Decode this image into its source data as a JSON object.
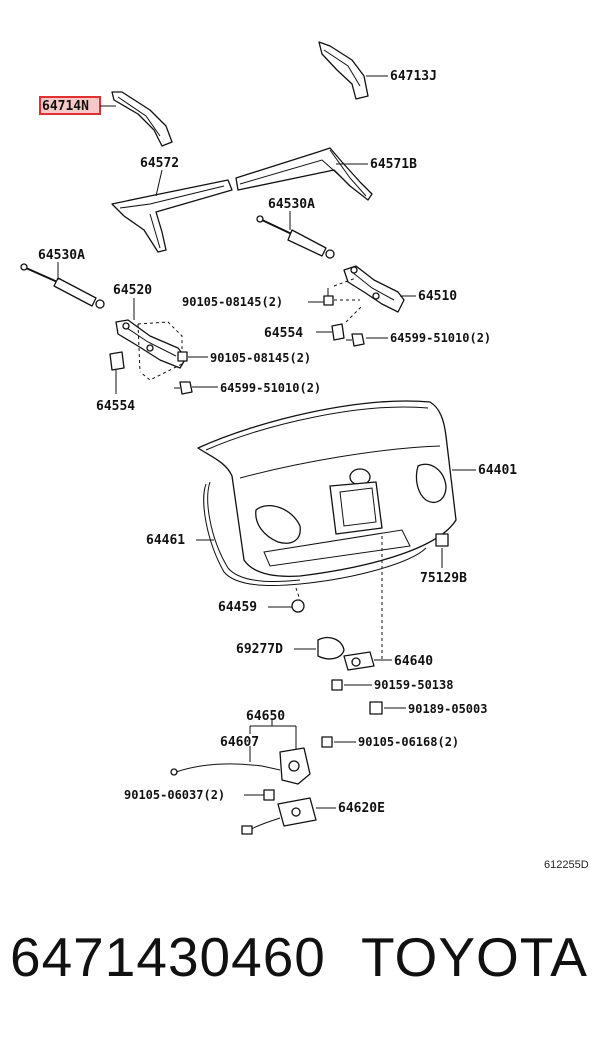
{
  "callouts": {
    "c_64713J": "64713J",
    "c_64714N": "64714N",
    "c_64572": "64572",
    "c_64571B": "64571B",
    "c_64530A_1": "64530A",
    "c_64530A_2": "64530A",
    "c_64520": "64520",
    "c_90105_08145_a": "90105-08145(2)",
    "c_64510": "64510",
    "c_64554_1": "64554",
    "c_64599_51010_a": "64599-51010(2)",
    "c_90105_08145_b": "90105-08145(2)",
    "c_64599_51010_b": "64599-51010(2)",
    "c_64554_2": "64554",
    "c_64401": "64401",
    "c_64461": "64461",
    "c_75129B": "75129B",
    "c_64459": "64459",
    "c_69277D": "69277D",
    "c_64640": "64640",
    "c_90159_50138": "90159-50138",
    "c_90189_05003": "90189-05003",
    "c_64650": "64650",
    "c_64607": "64607",
    "c_90105_06168": "90105-06168(2)",
    "c_90105_06037": "90105-06037(2)",
    "c_64620E": "64620E"
  },
  "highlighted_callout": "64714N",
  "highlight_color": "#e03030",
  "highlight_fill": "#f6c9c9",
  "diagram_code": "612255D",
  "footer": {
    "part_number": "6471430460",
    "brand": "TOYOTA"
  }
}
